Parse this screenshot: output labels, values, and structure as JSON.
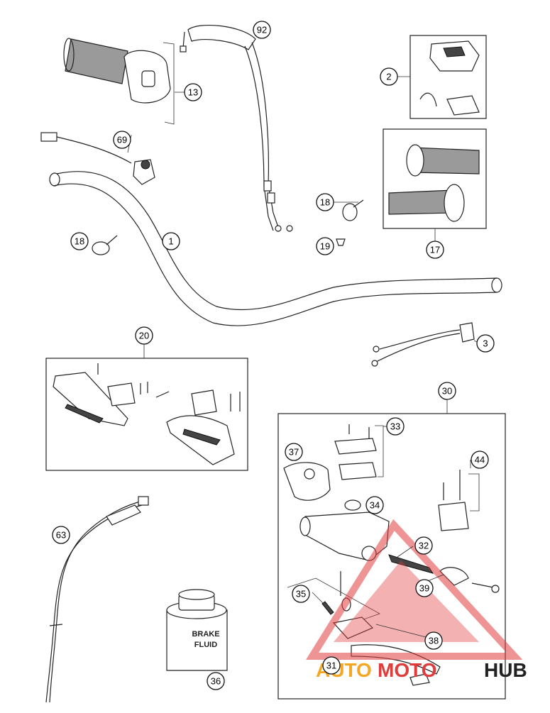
{
  "callouts": [
    "92",
    "13",
    "2",
    "69",
    "18",
    "1",
    "17",
    "19",
    "18",
    "3",
    "20",
    "30",
    "33",
    "37",
    "44",
    "34",
    "63",
    "32",
    "39",
    "35",
    "38",
    "36",
    "31"
  ],
  "bottle_label": [
    "BRAKE",
    "FLUID"
  ],
  "watermark": {
    "part1": "AUTO",
    "part2": "MOTO",
    "part3": "HUB",
    "color1": "#f5a623",
    "color2": "#e03c3c",
    "color3": "#222222"
  }
}
